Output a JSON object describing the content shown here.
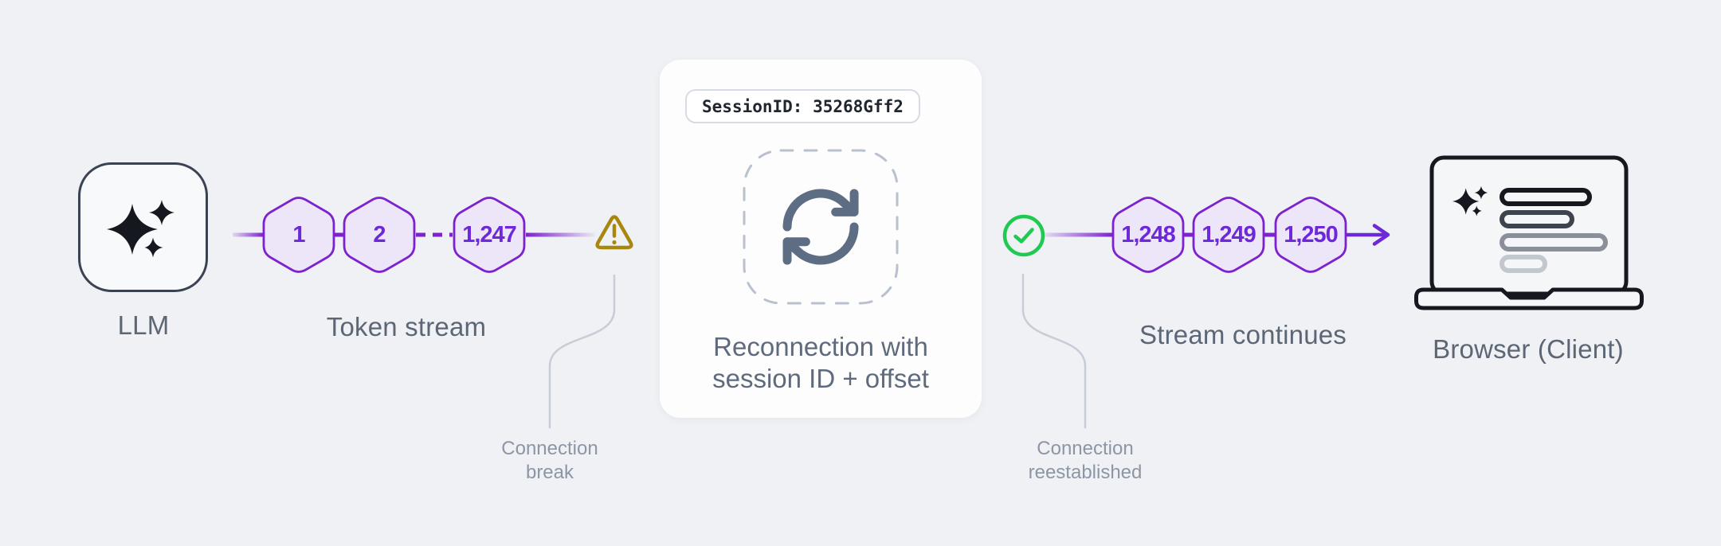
{
  "colors": {
    "background": "#eff1f5",
    "accent_purple": "#7d22ce",
    "purple_text": "#6d28d9",
    "hex_fill": "#ece6f8",
    "warning_amber": "#a8870f",
    "success_green": "#20c952",
    "slate_label": "#5c6675",
    "muted_label": "#8d96a5",
    "card_background": "#fdfdfe",
    "sync_icon_slate": "#5d6d84",
    "dark_ink": "#15181e"
  },
  "llm": {
    "icon": "sparkles-icon",
    "label": "LLM"
  },
  "token_stream": {
    "label": "Token stream",
    "tokens": [
      "1",
      "2",
      "1,247"
    ]
  },
  "connection_break": {
    "icon": "warning-icon",
    "label_line1": "Connection",
    "label_line2": "break"
  },
  "reconnection": {
    "session_id": "SessionID: 35268Gff2",
    "icon": "sync-icon",
    "caption_line1": "Reconnection with",
    "caption_line2": "session ID + offset"
  },
  "connection_reestablished": {
    "icon": "check-circle-icon",
    "label_line1": "Connection",
    "label_line2": "reestablished"
  },
  "stream_continues": {
    "label": "Stream continues",
    "tokens": [
      "1,248",
      "1,249",
      "1,250"
    ]
  },
  "browser": {
    "icon": "laptop-icon",
    "label": "Browser (Client)"
  }
}
